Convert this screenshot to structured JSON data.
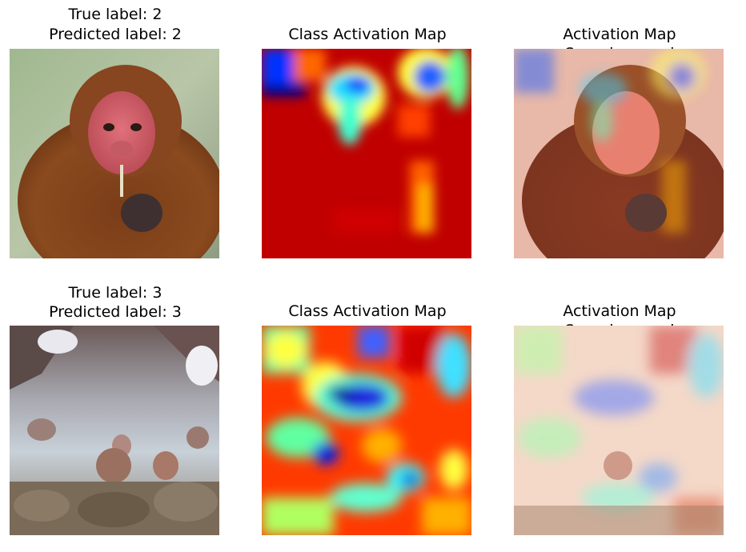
{
  "rows": [
    {
      "panels": [
        {
          "title_line1": "True label: 2",
          "title_line2": "Predicted label: 2",
          "kind": "photo-monkey-red-face"
        },
        {
          "title_line1": "Class Activation Map",
          "kind": "heatmap"
        },
        {
          "title_line1": "Activation Map Superimposed",
          "kind": "overlay"
        }
      ]
    },
    {
      "panels": [
        {
          "title_line1": "True label: 3",
          "title_line2": "Predicted label: 3",
          "kind": "photo-snow-monkeys-hot-spring"
        },
        {
          "title_line1": "Class Activation Map",
          "kind": "heatmap"
        },
        {
          "title_line1": "Activation Map Superimposed",
          "kind": "overlay"
        }
      ]
    }
  ],
  "colormap": "jet"
}
